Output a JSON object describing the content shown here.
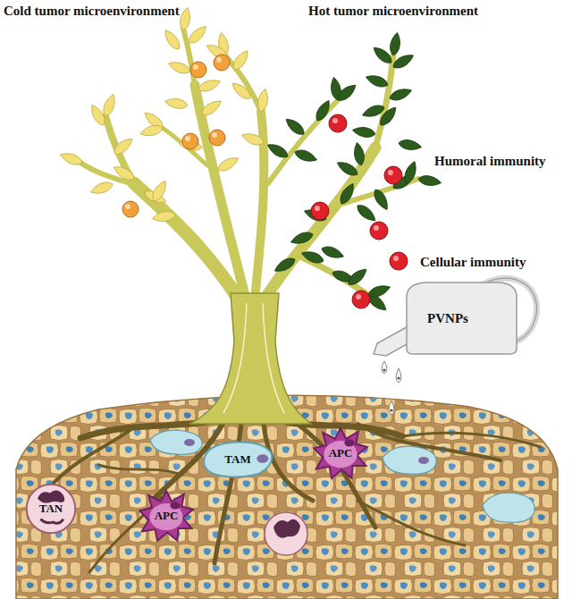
{
  "diagram": {
    "nodes": [
      {
        "text": [
          "PVNPs"
        ]
      },
      {
        "text": [
          "TAM"
        ]
      },
      {
        "text": [
          "APC"
        ]
      },
      {
        "text": [
          "TAN"
        ]
      },
      {
        "text": [
          "APC"
        ]
      }
    ],
    "labels": [
      "Cold tumor microenvironment",
      "Hot tumor microenvironment",
      "Humoral immunity",
      "Cellular immunity"
    ]
  }
}
